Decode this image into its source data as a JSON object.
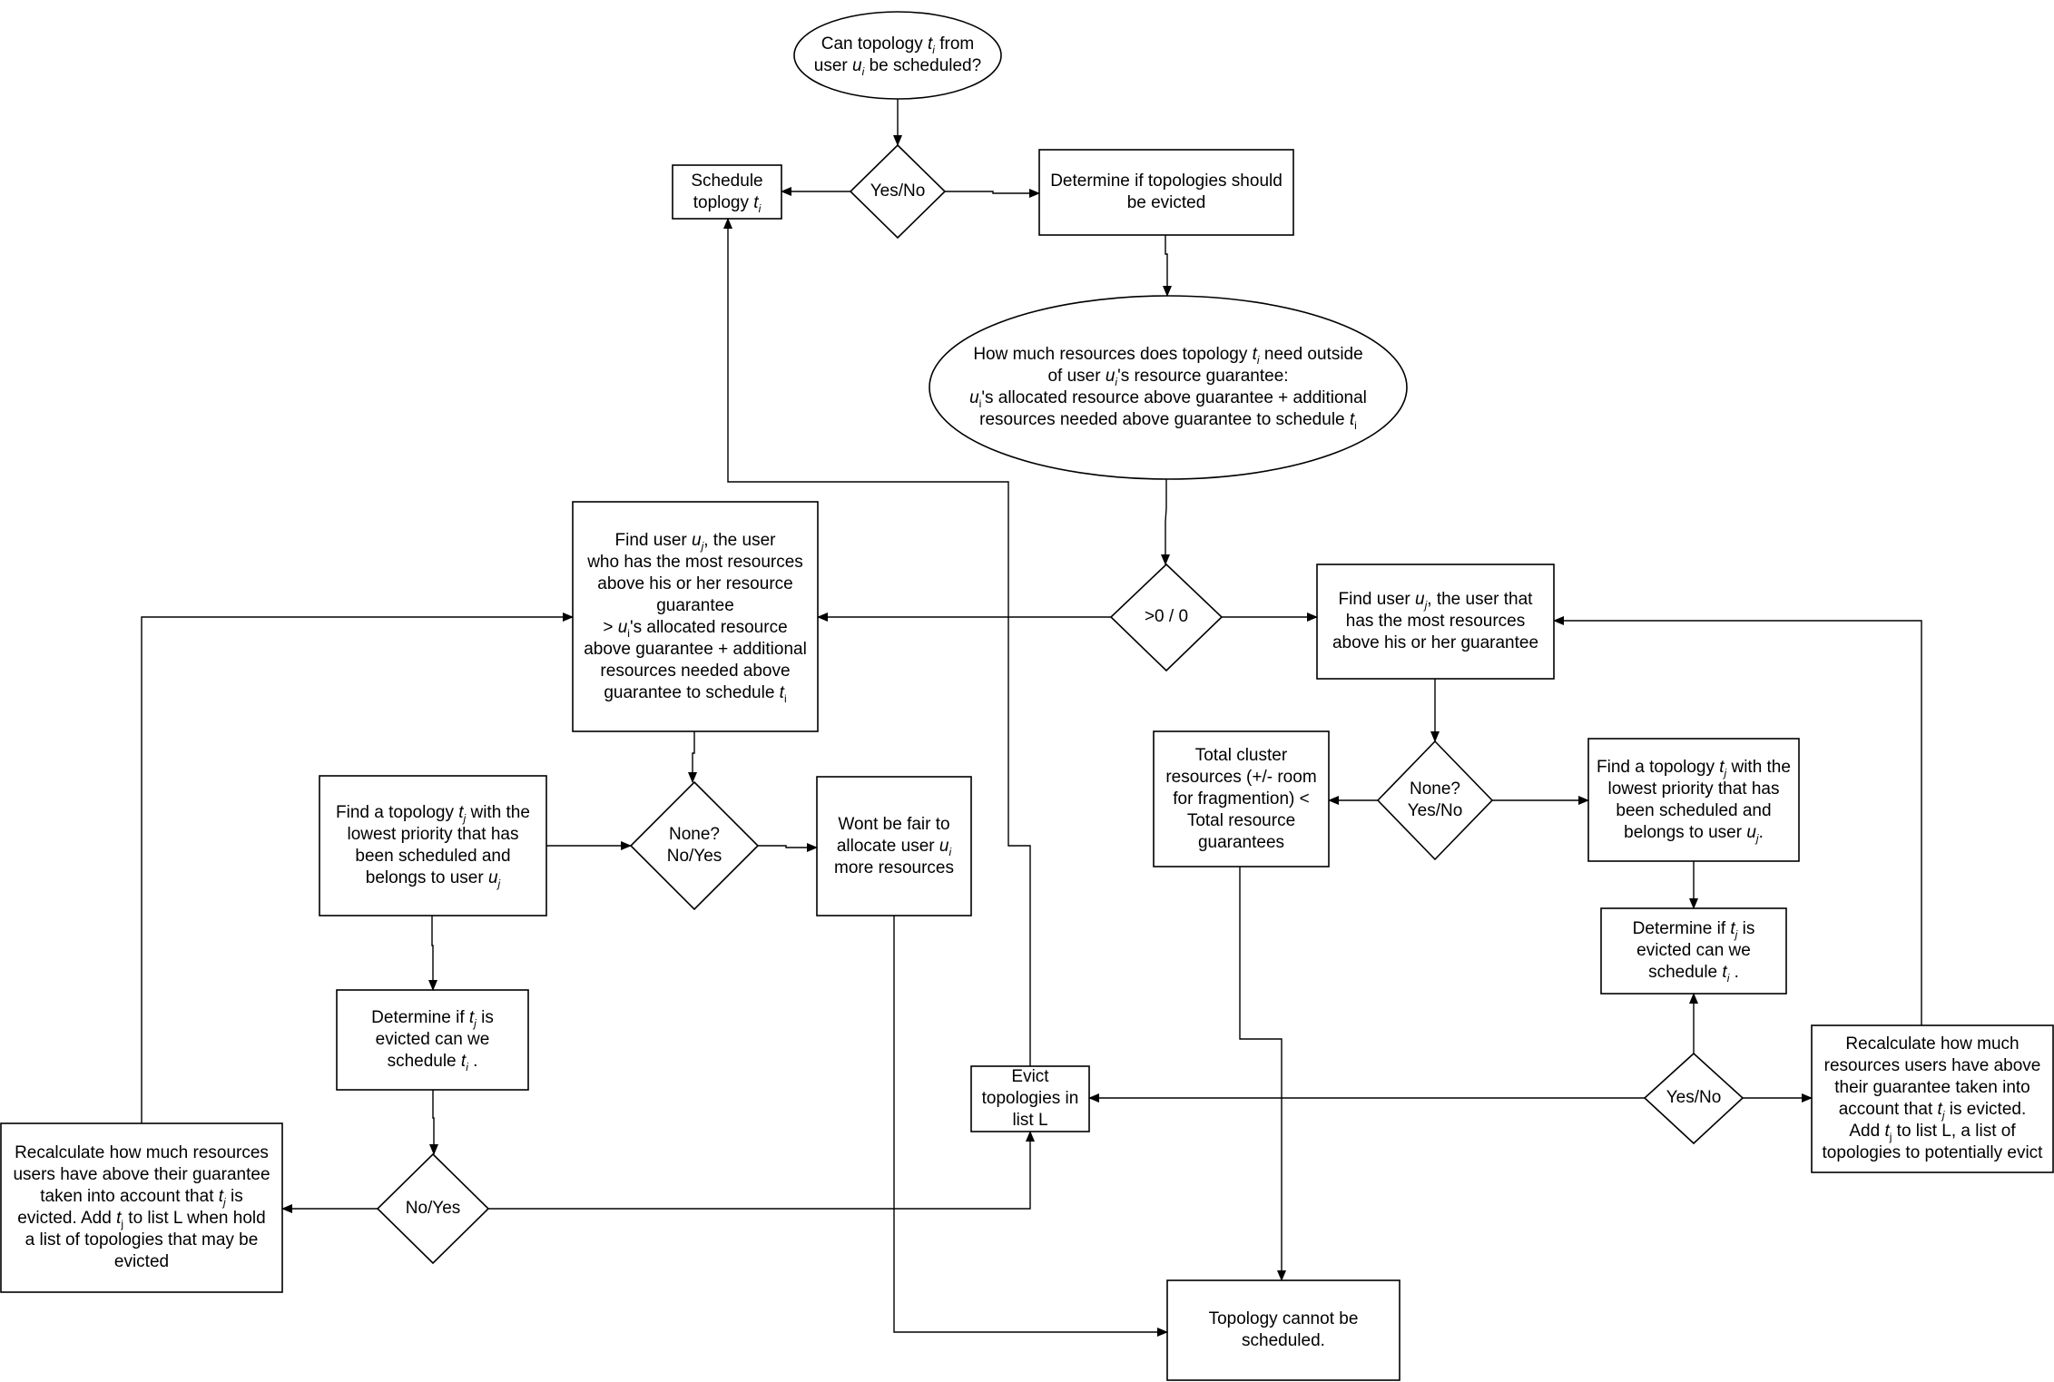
{
  "nodes": {
    "start": {
      "lines": [
        "Can topology <i>t<sub>i</sub></i> from",
        "user <i>u<sub>i</sub></i> be scheduled?"
      ]
    },
    "d1": {
      "label": "Yes/No"
    },
    "schedule": {
      "lines": [
        "Schedule",
        "toplogy <i>t<sub>i</sub></i>"
      ]
    },
    "determine_evict": {
      "lines": [
        "Determine if topologies should",
        "be evicted"
      ]
    },
    "how_much": {
      "lines": [
        "How much resources does topology <i>t<sub>i</sub></i> need outside",
        "of user <i>u<sub>i</sub></i>'s resource guarantee:",
        "<i>u</i><sub>i</sub>'s allocated resource above guarantee + additional",
        "resources needed above guarantee to schedule <i>t</i><sub>i</sub>"
      ]
    },
    "d_gt0": {
      "label": ">0 / 0"
    },
    "find_user_left": {
      "lines": [
        "Find user <i>u<sub>j</sub></i>, the user",
        "who has the most  resources",
        "above his or her resource",
        "guarantee",
        "> <i>u</i><sub>i</sub>'s allocated resource",
        "above guarantee + additional",
        "resources needed above",
        "guarantee to schedule <i>t</i><sub>i</sub>"
      ]
    },
    "find_user_right": {
      "lines": [
        "Find user <i>u<sub>j</sub></i>, the user that",
        "has the most resources",
        "above his or her guarantee"
      ]
    },
    "find_topo_left": {
      "lines": [
        "Find a topology <i>t<sub>j</sub></i> with the",
        "lowest priority that has",
        "been scheduled and",
        "belongs to user <i>u<sub>j</sub></i>"
      ]
    },
    "d_none_left": {
      "lines": [
        "None?",
        "No/Yes"
      ]
    },
    "wont_fair": {
      "lines": [
        "Wont be fair to",
        "allocate user <i>u<sub>i</sub></i>",
        "more resources"
      ]
    },
    "total_cluster": {
      "lines": [
        "Total cluster",
        "resources (+/- room",
        "for fragmention) <",
        "Total resource",
        "guarantees"
      ]
    },
    "d_none_right": {
      "lines": [
        "None?",
        "Yes/No"
      ]
    },
    "find_topo_right": {
      "lines": [
        "Find a topology <i>t<sub>j</sub></i> with the",
        "lowest priority that has",
        "been scheduled and",
        "belongs to user <i>u<sub>j</sub></i>."
      ]
    },
    "det_sched_right": {
      "lines": [
        "Determine if <i>t<sub>j</sub></i> is",
        "evicted can we",
        "schedule <i>t<sub>i</sub></i> ."
      ]
    },
    "det_sched_left": {
      "lines": [
        "Determine if <i>t<sub>j</sub></i> is",
        "evicted can we",
        "schedule <i>t<sub>i</sub></i> ."
      ]
    },
    "evict_list": {
      "lines": [
        "Evict",
        "topologies in",
        "list L"
      ]
    },
    "d_yesno_right": {
      "label": "Yes/No"
    },
    "recalc_right": {
      "lines": [
        "Recalculate how much",
        "resources users have above",
        "their guarantee taken into",
        "account that <i>t<sub>j</sub></i> is evicted.",
        "Add <i>t</i><sub>j</sub> to list L, a list of",
        "topologies to potentially evict"
      ]
    },
    "d_noyes_left": {
      "label": "No/Yes"
    },
    "recalc_left": {
      "lines": [
        "Recalculate how much resources",
        "users have above their guarantee",
        "taken into account that <i>t<sub>j</sub></i> is",
        "evicted. Add <i>t</i><sub>j</sub> to list L when hold",
        "a list of topologies that may be",
        "evicted"
      ]
    },
    "cannot": {
      "lines": [
        "Topology cannot be",
        "scheduled."
      ]
    }
  }
}
